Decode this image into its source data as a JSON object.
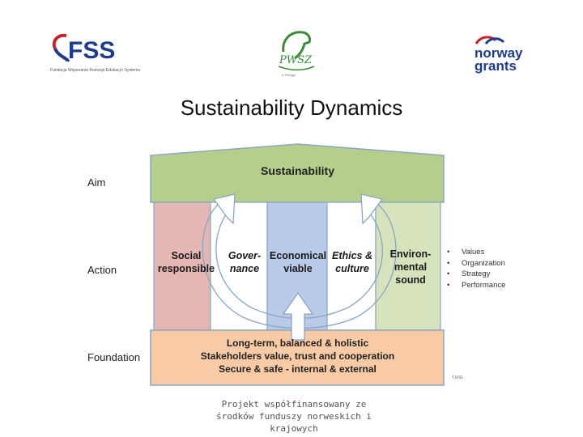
{
  "logos": {
    "fss": {
      "text": "FSS",
      "subtitle": "Fundacja Wspierania Rozwoju Edukacji i Systemu"
    },
    "pwsz": {
      "text": "PWSZ",
      "subtitle": "w Elblągu"
    },
    "norway": {
      "line1": "norway",
      "line2": "grants"
    }
  },
  "title": "Sustainability Dynamics",
  "rows": {
    "aim": "Aim",
    "action": "Action",
    "foundation": "Foundation"
  },
  "aim_box": "Sustainability",
  "pillars": [
    {
      "lines": [
        "Social",
        "responsible"
      ],
      "color": "#e4b6b4",
      "italic": false
    },
    {
      "lines": [
        "Gover-",
        "nance"
      ],
      "color": "#ffffff",
      "italic": true
    },
    {
      "lines": [
        "Economical",
        "viable"
      ],
      "color": "#b9cbe9",
      "italic": false
    },
    {
      "lines": [
        "Ethics &",
        "culture"
      ],
      "color": "#ffffff",
      "italic": true
    },
    {
      "lines": [
        "Environ-",
        "mental",
        "sound"
      ],
      "color": "#d6e3bd",
      "italic": false
    }
  ],
  "foundation_lines": [
    "Long-term, balanced & holistic",
    "Stakeholders value, trust and cooperation",
    "Secure & safe - internal & external"
  ],
  "bullets": [
    "Values",
    "Organization",
    "Strategy",
    "Performance"
  ],
  "bullet_marker": "•",
  "credit": "TJ/IIG",
  "footer": [
    "Projekt współfinansowany ze",
    "środków funduszy norweskich i",
    "krajowych"
  ],
  "colors": {
    "roof": "#b5ce8c",
    "roof_stroke": "#8aa6c2",
    "foundation": "#f8caa6",
    "pillar_stroke": "#8aa6c2",
    "brand_blue": "#1f3c88",
    "brand_red": "#c0272d",
    "pwsz_green": "#3e8a3a"
  },
  "icons": [
    "fss-logo",
    "pwsz-horse-logo",
    "norway-grants-logo",
    "circular-arrow-icon",
    "up-arrow-icon"
  ]
}
